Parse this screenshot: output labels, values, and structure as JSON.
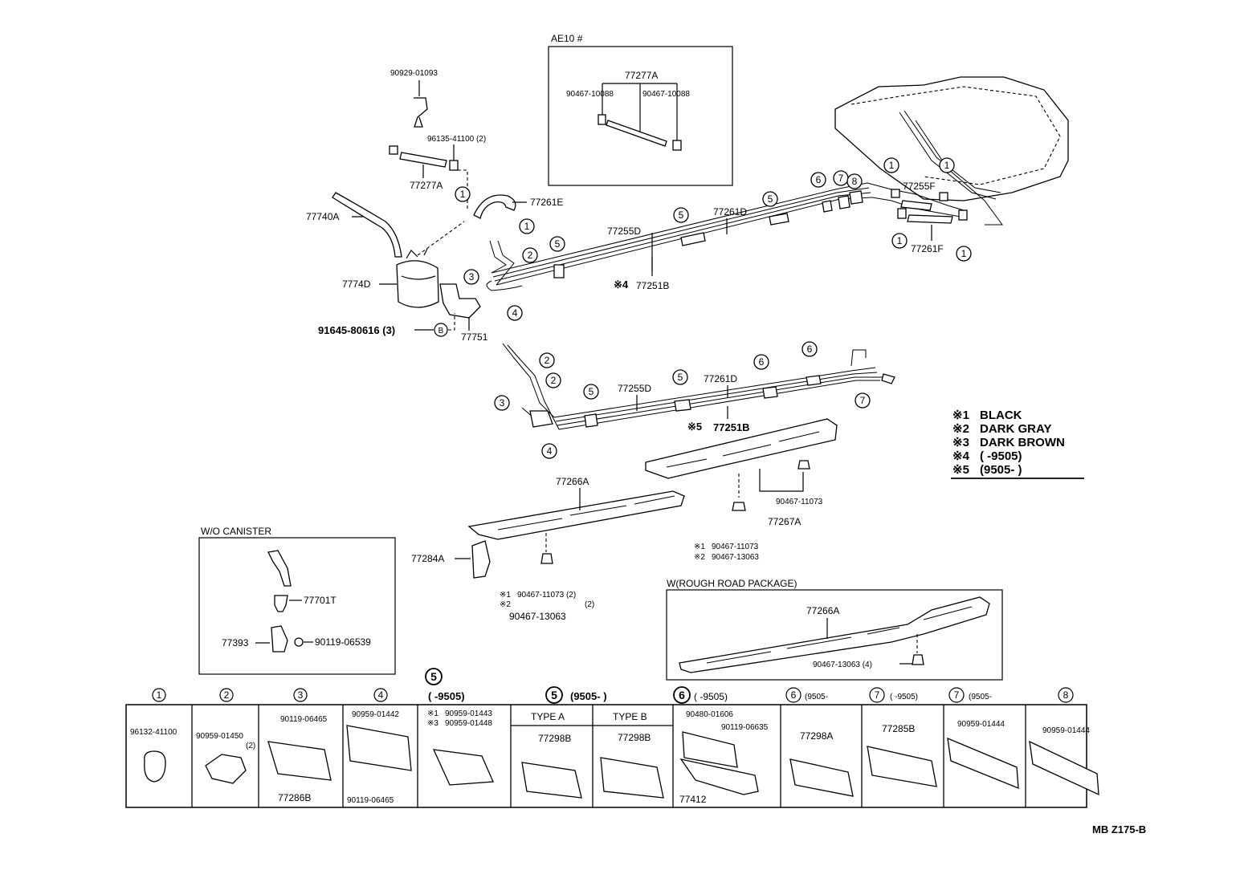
{
  "box_ae10": {
    "title": "AE10 #",
    "part_top": "77277A",
    "part_left": "90467-10088",
    "part_right": "90467-10088"
  },
  "callouts": {
    "c1": "90929-01093",
    "c2": "96135-41100 (2)",
    "c3": "77277A",
    "c4": "77261E",
    "c5": "77740A",
    "c6": "7774D",
    "c7": "91645-80616 (3)",
    "c7b": "B",
    "c8": "77751",
    "c9": "77255D",
    "c10": "77261D",
    "c11": "77251B",
    "c11m": "※4",
    "c12": "77255F",
    "c13": "77261F",
    "c14": "77255D",
    "c15": "77261D",
    "c16": "77251B",
    "c16m": "※5",
    "c17": "77266A",
    "c18": "77267A",
    "c19": "90467-11073",
    "c20m1": "※1",
    "c20": "90467-11073",
    "c21m2": "※2",
    "c21": "90467-13063",
    "c22": "77284A",
    "c23m1": "※1",
    "c23": "90467-11073 (2)",
    "c24m2": "※2",
    "c24q": "(2)",
    "c24": "90467-13063"
  },
  "legend": {
    "l1m": "※1",
    "l1": "BLACK",
    "l2m": "※2",
    "l2": "DARK  GRAY",
    "l3m": "※3",
    "l3": "DARK  BROWN",
    "l4m": "※4",
    "l4": "(       -9505)",
    "l5m": "※5",
    "l5": "(9505-        )"
  },
  "canister_box": {
    "title": "W/O CANISTER",
    "p1": "77701T",
    "p2": "77393",
    "p3": "90119-06539"
  },
  "rough_box": {
    "title": "W(ROUGH ROAD PACKAGE)",
    "p1": "77266A",
    "p2": "90467-13063 (4)"
  },
  "table": {
    "top_note": "( -9505)",
    "h1": "1",
    "h2": "2",
    "h3": "3",
    "h4": "4",
    "h5a": "5",
    "h5a_note": "(       -9505)",
    "h5b": "5",
    "h5b_note": "(9505-        )",
    "h6a": "6",
    "h6a_note": "(          -9505)",
    "h6b": "6",
    "h6b_note": "(9505-",
    "h7a": "7",
    "h7a_note": "(      -9505)",
    "h7b": "7",
    "h7b_note": "(9505-",
    "h8": "8",
    "type_a": "TYPE  A",
    "type_b": "TYPE  B",
    "t1": "96132-41100",
    "t2": "90959-01450",
    "t2q": "(2)",
    "t3a": "90119-06465",
    "t3b": "77286B",
    "t4a": "90959-01442",
    "t4b": "90119-06465",
    "t5m1": "※1",
    "t5a": "90959-01443",
    "t5m3": "※3",
    "t5b": "90959-01448",
    "t6": "77298B",
    "t7": "77298B",
    "t8a": "90480-01606",
    "t8b": "90119-06635",
    "t8c": "77412",
    "t9": "77298A",
    "t10": "77285B",
    "t11": "90959-01444",
    "t12": "90959-01444"
  },
  "circle_numbers": [
    "1",
    "2",
    "3",
    "4",
    "5",
    "6",
    "7",
    "8"
  ],
  "footer_code": "MB  Z175-B"
}
